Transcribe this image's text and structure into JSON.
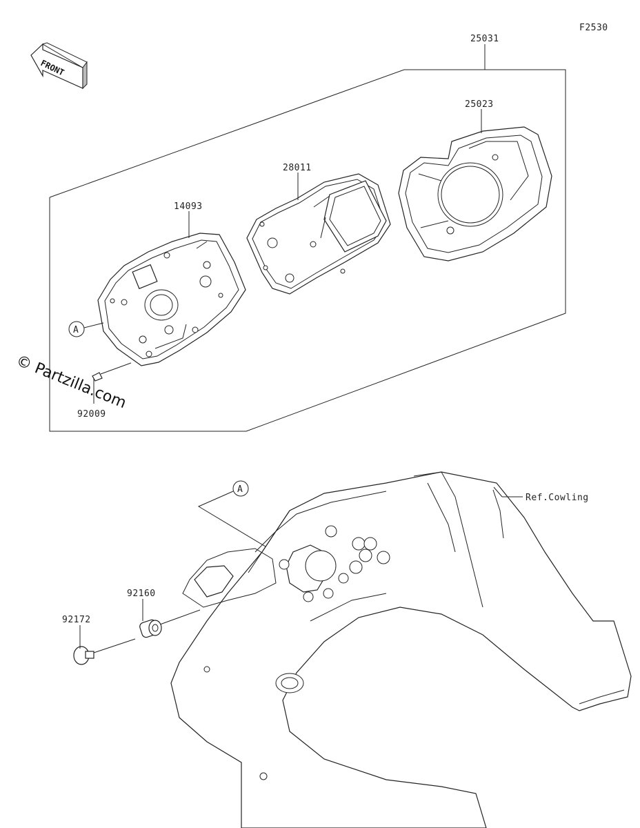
{
  "figure_code": "F2530",
  "front_label": "FRONT",
  "watermark": "© Partzilla.com",
  "callouts": {
    "instrument_assy": "25031",
    "meter_cover": "25023",
    "meter_unit": "28011",
    "case": "14093",
    "screw": "92009",
    "damper": "92160",
    "collar_bolt": "92172",
    "ref_cowling": "Ref.Cowling",
    "ref_mark_top": "A",
    "ref_mark_bottom": "A"
  }
}
